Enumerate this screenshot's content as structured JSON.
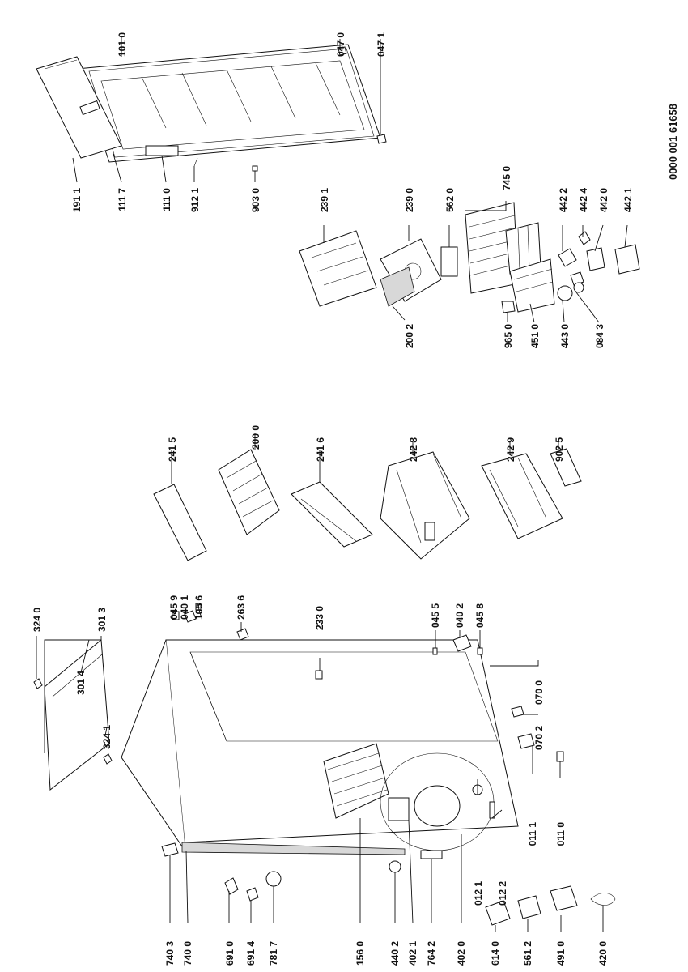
{
  "document_number": "0000 001 61658",
  "parts": {
    "p1010": "101 0",
    "p0470": "047 0",
    "p0471": "047 1",
    "p1911": "191 1",
    "p1117": "111 7",
    "p1110": "111 0",
    "p9121": "912 1",
    "p9030": "903 0",
    "p2391": "239 1",
    "p2390": "239 0",
    "p5620": "562 0",
    "p7450": "745 0",
    "p4422": "442 2",
    "p4424": "442 4",
    "p4420": "442 0",
    "p4421": "442 1",
    "p2002": "200 2",
    "p9650": "965 0",
    "p4510": "451 0",
    "p4430": "443 0",
    "p0843": "084 3",
    "p2415": "241 5",
    "p2000": "200 0",
    "p2416": "241 6",
    "p2428": "242 8",
    "p2429": "242 9",
    "p9025": "902 5",
    "p3240": "324 0",
    "p3013": "301 3",
    "p3014": "301 4",
    "p3241": "324 1",
    "p0459": "045 9",
    "p0401": "040 1",
    "p1056": "105 6",
    "p2636": "263 6",
    "p2330": "233 0",
    "p0455": "045 5",
    "p0402": "040 2",
    "p0458": "045 8",
    "p0700": "070 0",
    "p0702": "070 2",
    "p0111": "011 1",
    "p0110": "011 0",
    "p0121": "012 1",
    "p0122": "012 2",
    "p7403": "740 3",
    "p7400": "740 0",
    "p6910": "691 0",
    "p6914": "691 4",
    "p7817": "781 7",
    "p1560": "156 0",
    "p4402": "440 2",
    "p4021": "402 1",
    "p7642": "764 2",
    "p4020": "402 0",
    "p6140": "614 0",
    "p5612": "561 2",
    "p4910": "491 0",
    "p4200": "420 0"
  }
}
